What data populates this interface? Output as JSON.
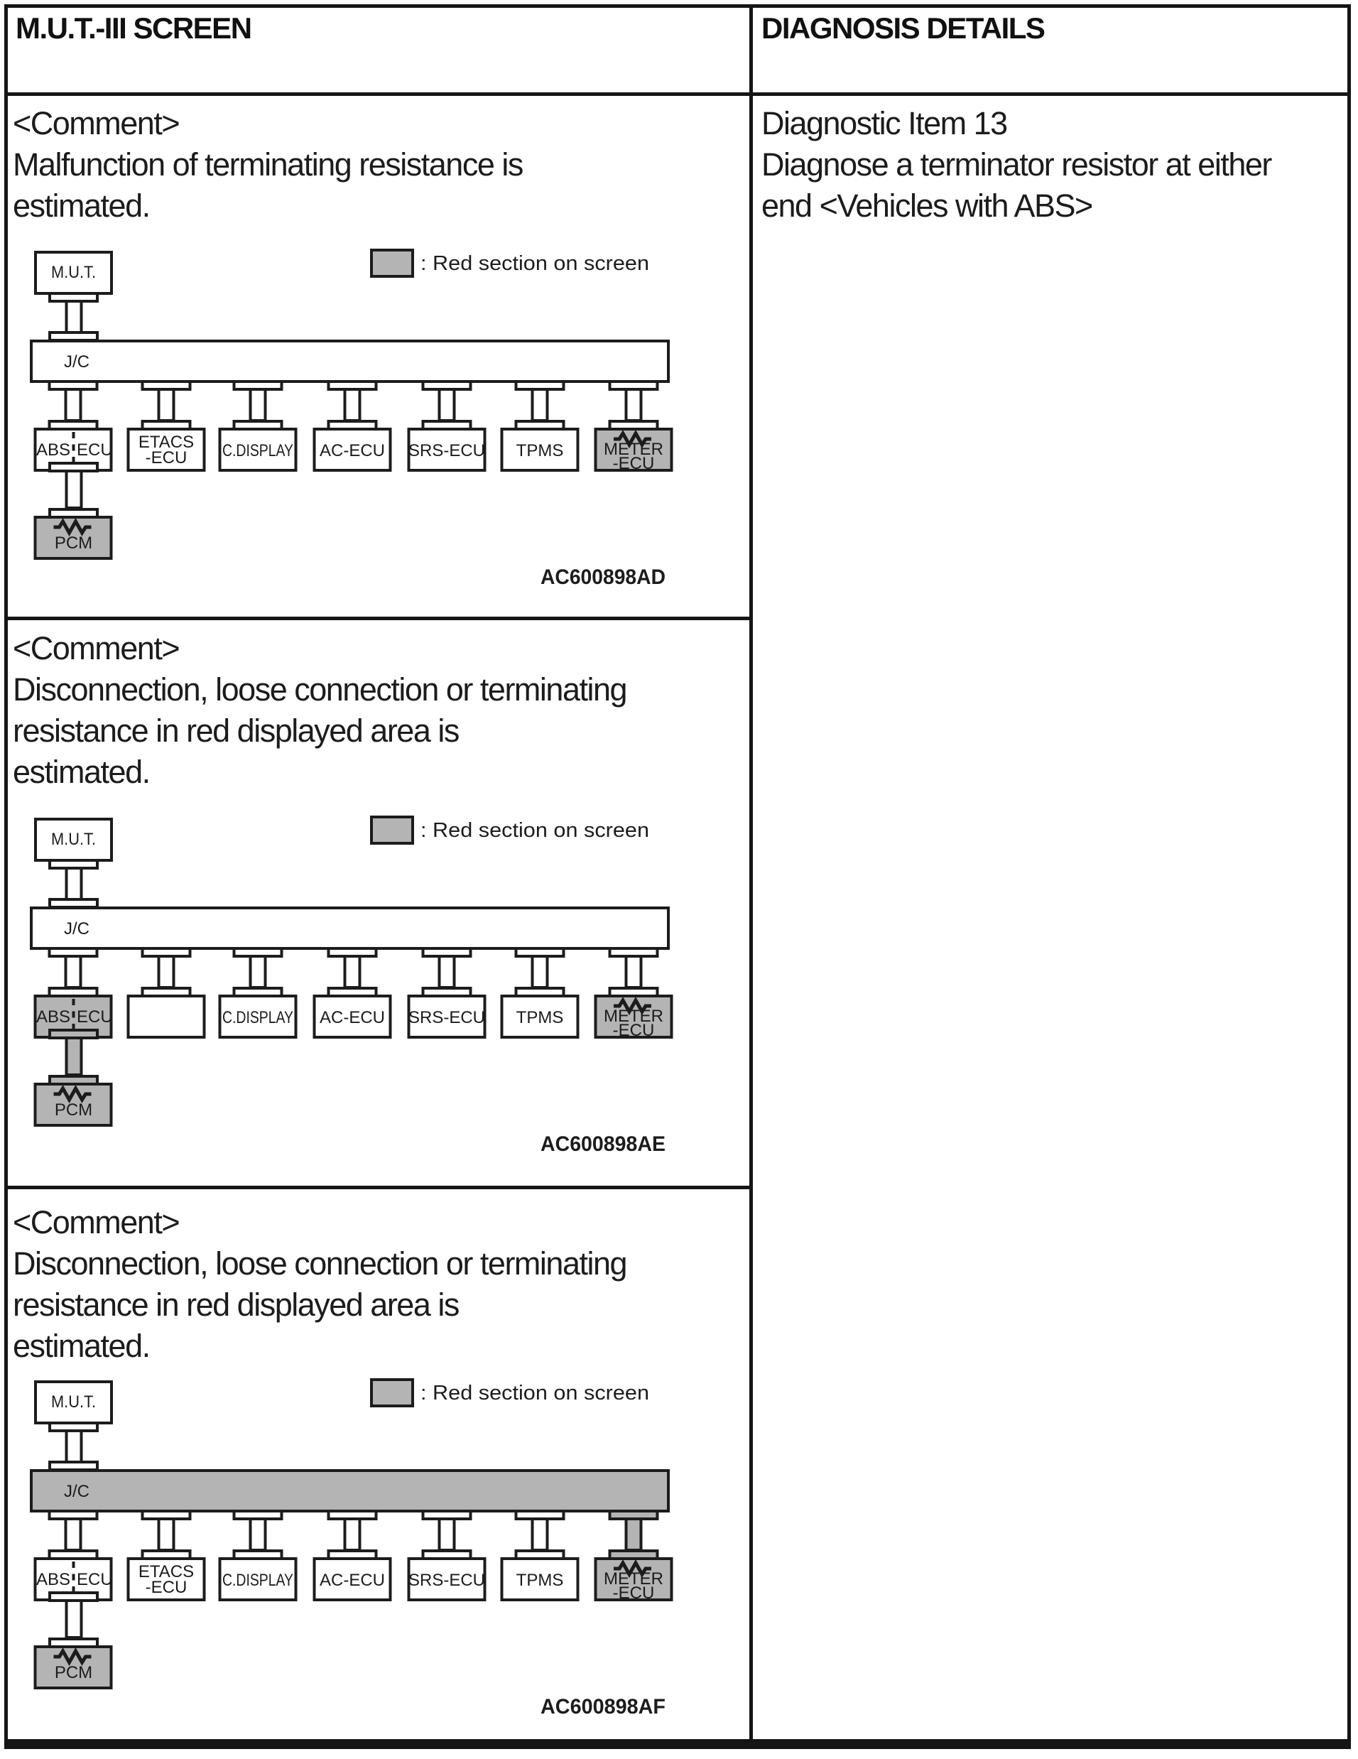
{
  "header": {
    "left_title": "M.U.T.-III SCREEN",
    "right_title": "DIAGNOSIS DETAILS"
  },
  "diagnosis_details": {
    "lines": [
      "Diagnostic Item 13",
      "Diagnose a terminator resistor at either",
      "end <Vehicles with ABS>"
    ]
  },
  "legend_label": ": Red section on screen",
  "colors": {
    "shade": "#b4b4b4",
    "line": "#1c1c1c",
    "text": "#1c1c1c"
  },
  "rows": [
    {
      "comment_lines": [
        "<Comment>",
        "Malfunction of terminating resistance is",
        "estimated."
      ],
      "figure_id": "AC600898AD",
      "diagram": {
        "mut_label": "M.U.T.",
        "jc_label": "J/C",
        "jc_shaded": false,
        "ecus": [
          {
            "lines": [
              "ABS",
              "ECU"
            ],
            "dashed": true,
            "shaded": false,
            "resistor": false,
            "conn_shaded": false
          },
          {
            "lines": [
              "ETACS",
              "-ECU"
            ],
            "dashed": false,
            "shaded": false,
            "resistor": false,
            "conn_shaded": false
          },
          {
            "lines": [
              "C.DISPLAY"
            ],
            "dashed": false,
            "shaded": false,
            "resistor": false,
            "conn_shaded": false
          },
          {
            "lines": [
              "AC-ECU"
            ],
            "dashed": false,
            "shaded": false,
            "resistor": false,
            "conn_shaded": false
          },
          {
            "lines": [
              "SRS-ECU"
            ],
            "dashed": false,
            "shaded": false,
            "resistor": false,
            "conn_shaded": false
          },
          {
            "lines": [
              "TPMS"
            ],
            "dashed": false,
            "shaded": false,
            "resistor": false,
            "conn_shaded": false
          },
          {
            "lines": [
              "METER",
              "-ECU"
            ],
            "dashed": false,
            "shaded": true,
            "resistor": true,
            "conn_shaded": false
          }
        ],
        "pcm": {
          "lines": [
            "PCM"
          ],
          "shaded": true,
          "resistor": true,
          "conn_shaded": false
        }
      }
    },
    {
      "comment_lines": [
        "<Comment>",
        "Disconnection, loose connection or terminating",
        "resistance in red displayed area is",
        "estimated."
      ],
      "figure_id": "AC600898AE",
      "diagram": {
        "mut_label": "M.U.T.",
        "jc_label": "J/C",
        "jc_shaded": false,
        "ecus": [
          {
            "lines": [
              "ABS",
              "ECU"
            ],
            "dashed": true,
            "shaded": true,
            "resistor": false,
            "conn_shaded": false
          },
          {
            "lines": [],
            "dashed": false,
            "shaded": false,
            "resistor": false,
            "conn_shaded": false
          },
          {
            "lines": [
              "C.DISPLAY"
            ],
            "dashed": false,
            "shaded": false,
            "resistor": false,
            "conn_shaded": false
          },
          {
            "lines": [
              "AC-ECU"
            ],
            "dashed": false,
            "shaded": false,
            "resistor": false,
            "conn_shaded": false
          },
          {
            "lines": [
              "SRS-ECU"
            ],
            "dashed": false,
            "shaded": false,
            "resistor": false,
            "conn_shaded": false
          },
          {
            "lines": [
              "TPMS"
            ],
            "dashed": false,
            "shaded": false,
            "resistor": false,
            "conn_shaded": false
          },
          {
            "lines": [
              "METER",
              "-ECU"
            ],
            "dashed": false,
            "shaded": true,
            "resistor": true,
            "conn_shaded": false
          }
        ],
        "pcm": {
          "lines": [
            "PCM"
          ],
          "shaded": true,
          "resistor": true,
          "conn_shaded": true
        }
      }
    },
    {
      "comment_lines": [
        "<Comment>",
        "Disconnection, loose connection or terminating",
        "resistance in red displayed area is",
        "estimated."
      ],
      "figure_id": "AC600898AF",
      "diagram": {
        "mut_label": "M.U.T.",
        "jc_label": "J/C",
        "jc_shaded": true,
        "ecus": [
          {
            "lines": [
              "ABS",
              "ECU"
            ],
            "dashed": true,
            "shaded": false,
            "resistor": false,
            "conn_shaded": false
          },
          {
            "lines": [
              "ETACS",
              "-ECU"
            ],
            "dashed": false,
            "shaded": false,
            "resistor": false,
            "conn_shaded": false
          },
          {
            "lines": [
              "C.DISPLAY"
            ],
            "dashed": false,
            "shaded": false,
            "resistor": false,
            "conn_shaded": false
          },
          {
            "lines": [
              "AC-ECU"
            ],
            "dashed": false,
            "shaded": false,
            "resistor": false,
            "conn_shaded": false
          },
          {
            "lines": [
              "SRS-ECU"
            ],
            "dashed": false,
            "shaded": false,
            "resistor": false,
            "conn_shaded": false
          },
          {
            "lines": [
              "TPMS"
            ],
            "dashed": false,
            "shaded": false,
            "resistor": false,
            "conn_shaded": false
          },
          {
            "lines": [
              "METER",
              "-ECU"
            ],
            "dashed": false,
            "shaded": true,
            "resistor": true,
            "conn_shaded": true
          }
        ],
        "pcm": {
          "lines": [
            "PCM"
          ],
          "shaded": true,
          "resistor": true,
          "conn_shaded": false
        }
      }
    }
  ]
}
